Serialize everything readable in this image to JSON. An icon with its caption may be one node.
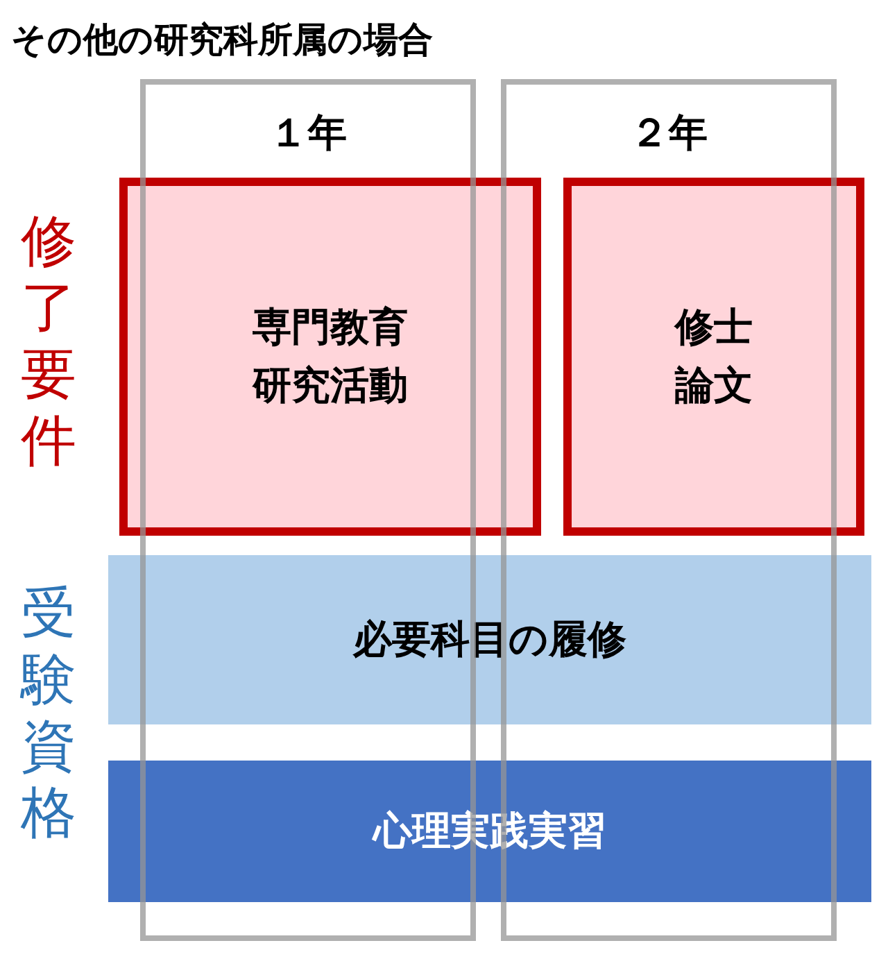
{
  "diagram": {
    "title": "その他の研究科所属の場合",
    "nodes": [
      {
        "text": [
          "１年"
        ]
      },
      {
        "text": [
          "２年"
        ]
      },
      {
        "text": [
          "専門教育研究活動"
        ]
      },
      {
        "text": [
          "修士論文"
        ]
      },
      {
        "text": [
          "必要科目の履修"
        ]
      },
      {
        "text": [
          "心理実践実習"
        ]
      }
    ],
    "edges": [],
    "labels": [
      "修了要件",
      "受験資格"
    ]
  }
}
